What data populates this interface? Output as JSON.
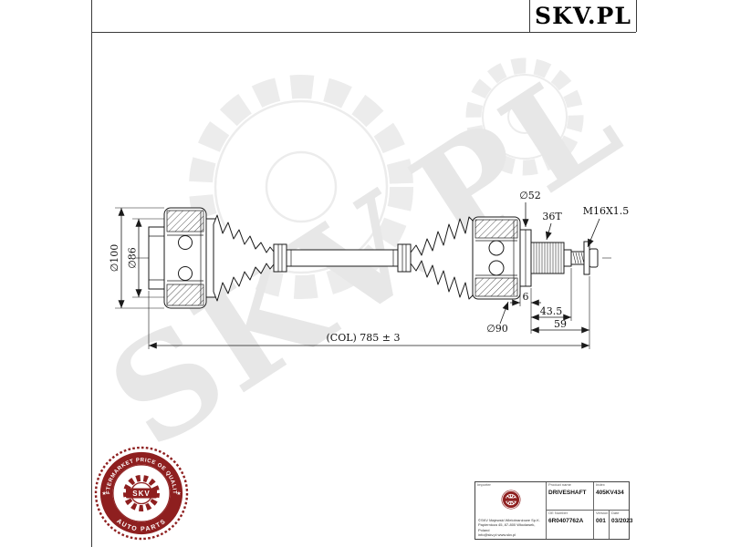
{
  "brand": {
    "logo": "SKV.PL"
  },
  "watermark": {
    "text": "SKV.PL"
  },
  "drawing": {
    "dim_d100": "∅100",
    "dim_d86": "∅86",
    "dim_d52": "∅52",
    "dim_36t": "36T",
    "dim_thread": "M16X1.5",
    "dim_6": "6",
    "dim_43_5": "43.5",
    "dim_59": "59",
    "dim_d90": "∅90",
    "dim_total": "(COL) 785 ± 3"
  },
  "badge": {
    "arc_top": "AFTERMARKET PRICE OE QUALITY",
    "arc_bottom": "AUTO PARTS",
    "center": "SKV",
    "star": "★"
  },
  "titleblock": {
    "importer_label": "Importer",
    "product_label": "Product name",
    "product_value": "DRIVESHAFT",
    "index_label": "Index",
    "index_value": "405KV434",
    "oe_label": "OE Number",
    "oe_value": "6R0407762A",
    "version_label": "Version",
    "version_value": "001",
    "date_label": "Date",
    "date_value": "03/2023",
    "company_line1": "©SKV Majewski Wielobranżowe Sp.K.",
    "company_line2": "Papiernicza 45, 87-800 Włocławek, Poland",
    "company_line3": "info@skv.pl  www.skv.pl"
  }
}
